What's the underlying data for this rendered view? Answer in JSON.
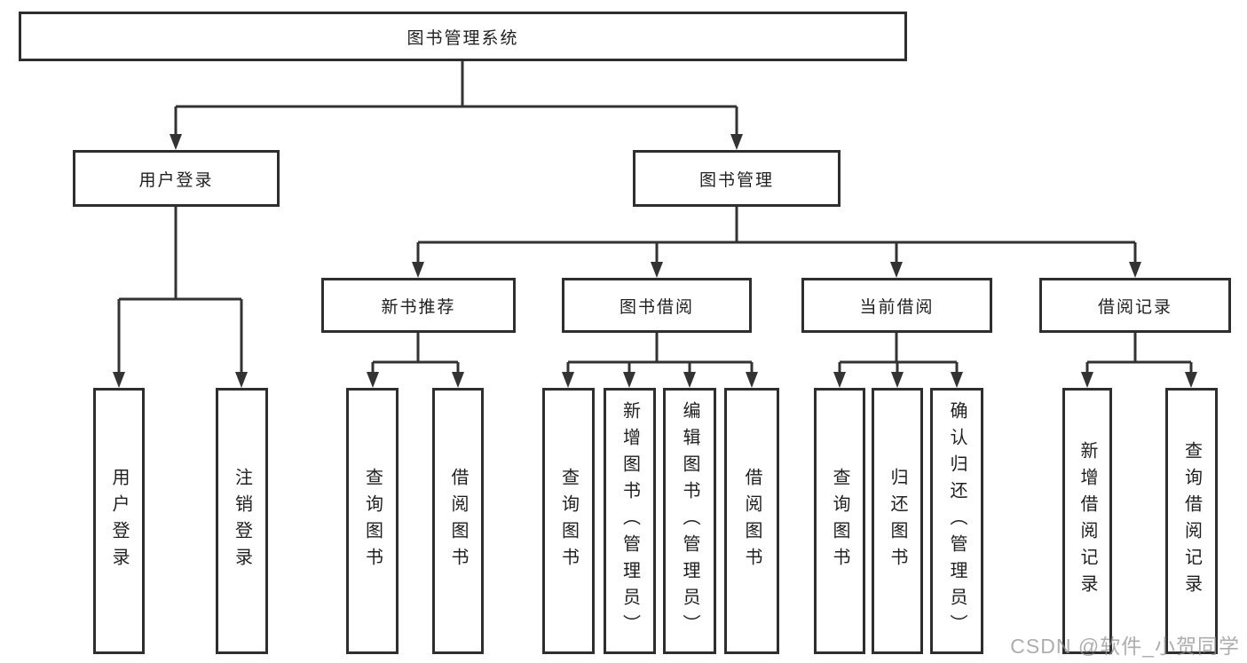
{
  "watermark": "CSDN @软件_小贺同学",
  "tree": {
    "label": "图书管理系统",
    "children": [
      {
        "label": "用户登录",
        "children": [
          {
            "label": "用户登录"
          },
          {
            "label": "注销登录"
          }
        ]
      },
      {
        "label": "图书管理",
        "children": [
          {
            "label": "新书推荐",
            "children": [
              {
                "label": "查询图书"
              },
              {
                "label": "借阅图书"
              }
            ]
          },
          {
            "label": "图书借阅",
            "children": [
              {
                "label": "查询图书"
              },
              {
                "label": "新增图书（管理员）"
              },
              {
                "label": "编辑图书（管理员）"
              },
              {
                "label": "借阅图书"
              }
            ]
          },
          {
            "label": "当前借阅",
            "children": [
              {
                "label": "查询图书"
              },
              {
                "label": "归还图书"
              },
              {
                "label": "确认归还（管理员）"
              }
            ]
          },
          {
            "label": "借阅记录",
            "children": [
              {
                "label": "新增借阅记录"
              },
              {
                "label": "查询借阅记录"
              }
            ]
          }
        ]
      }
    ]
  },
  "colors": {
    "line": "#333333",
    "box_border": "#2e2e2e",
    "text": "#1f1f1f",
    "watermark": "#919191",
    "background": "#ffffff"
  }
}
